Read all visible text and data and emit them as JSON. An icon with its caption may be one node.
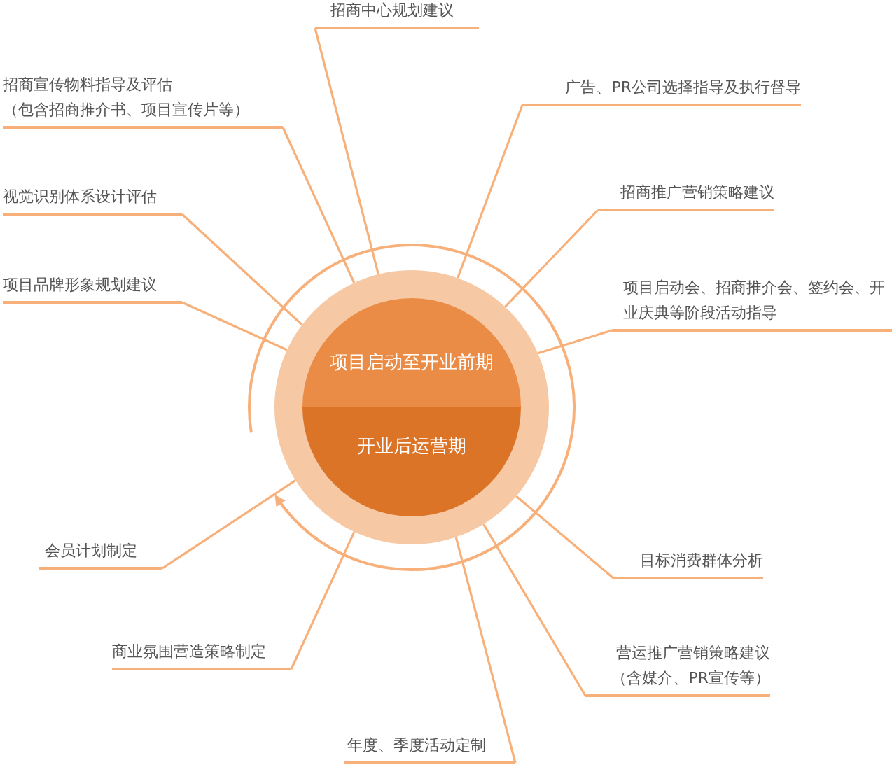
{
  "diagram": {
    "nodes": [
      {
        "text": [],
        "shape": "circle"
      },
      {
        "text": [
          "项目启动至开业前期"
        ],
        "in": 0
      },
      {
        "text": [
          "开业后运营期"
        ],
        "in": 0
      },
      {
        "text": [
          "招商中心规划建议"
        ]
      },
      {
        "text": [
          "招商宣传物料指导及评估",
          "（包含招商推介书、项目宣传片等）"
        ]
      },
      {
        "text": [
          "广告、PR公司选择指导及执行督导"
        ]
      },
      {
        "text": [
          "视觉识别体系设计评估"
        ]
      },
      {
        "text": [
          "招商推广营销策略建议"
        ]
      },
      {
        "text": [
          "项目品牌形象规划建议"
        ]
      },
      {
        "text": [
          "项目启动会、招商推介会、签约会、开业庆典等阶段活动指导"
        ]
      },
      {
        "text": [
          "会员计划制定"
        ]
      },
      {
        "text": [
          "目标消费群体分析"
        ]
      },
      {
        "text": [
          "商业氛围营造策略制定"
        ]
      },
      {
        "text": [
          "营运推广营销策略建议",
          "（含媒介、PR宣传等）"
        ]
      },
      {
        "text": [
          "年度、季度活动定制"
        ]
      }
    ],
    "edges": [
      {
        "from": 3,
        "to": 0,
        "arrow": "none"
      },
      {
        "from": 4,
        "to": 0,
        "arrow": "none"
      },
      {
        "from": 5,
        "to": 0,
        "arrow": "none"
      },
      {
        "from": 6,
        "to": 0,
        "arrow": "none"
      },
      {
        "from": 7,
        "to": 0,
        "arrow": "none"
      },
      {
        "from": 8,
        "to": 0,
        "arrow": "none"
      },
      {
        "from": 9,
        "to": 0,
        "arrow": "none"
      },
      {
        "from": 10,
        "to": 0,
        "arrow": "none"
      },
      {
        "from": 11,
        "to": 0,
        "arrow": "none"
      },
      {
        "from": 12,
        "to": 0,
        "arrow": "none"
      },
      {
        "from": 13,
        "to": 0,
        "arrow": "none"
      },
      {
        "from": 14,
        "to": 0,
        "arrow": "none"
      }
    ]
  }
}
